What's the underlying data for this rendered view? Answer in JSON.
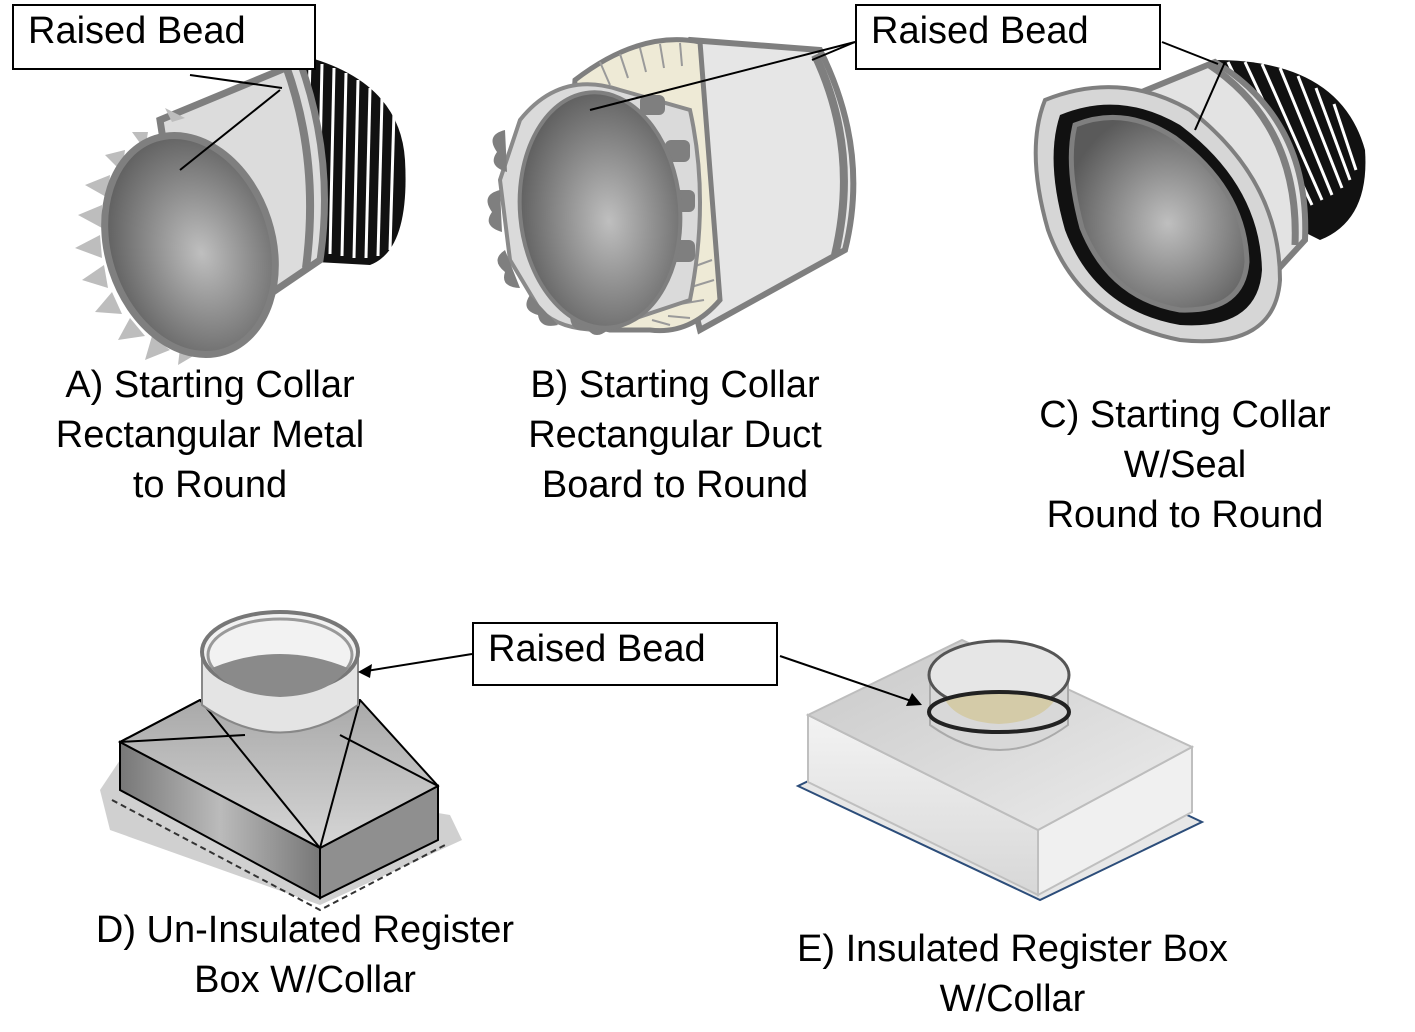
{
  "callouts": {
    "a": "Raised Bead",
    "b": "Raised Bead",
    "d": "Raised Bead"
  },
  "figures": {
    "a": {
      "lines": [
        "A) Starting Collar",
        "Rectangular  Metal",
        "to Round"
      ]
    },
    "b": {
      "lines": [
        "B) Starting Collar",
        "Rectangular  Duct",
        "Board to Round"
      ]
    },
    "c": {
      "lines": [
        "C) Starting Collar",
        "W/Seal",
        "Round to Round"
      ]
    },
    "d": {
      "lines": [
        "D) Un-Insulated Register",
        "Box W/Collar"
      ]
    },
    "e": {
      "lines": [
        "E) Insulated Register Box",
        "W/Collar"
      ]
    }
  },
  "colors": {
    "metal_light": "#d9d9d9",
    "metal_dark": "#7f7f7f",
    "interior": "#a6a6a6",
    "duct_board": "#eeead6",
    "seal": "#111111",
    "insulated_insert": "#d4cba8"
  }
}
